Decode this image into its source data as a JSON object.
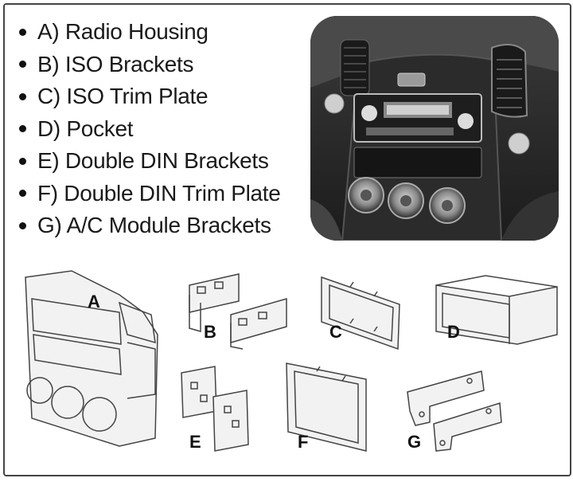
{
  "list": {
    "items": [
      "A) Radio Housing",
      "B) ISO Brackets",
      "C) ISO Trim Plate",
      "D) Pocket",
      "E) Double DIN Brackets",
      "F) Double DIN Trim Plate",
      "G) A/C Module Brackets"
    ]
  },
  "diagram_labels": {
    "a": "A",
    "b": "B",
    "c": "C",
    "d": "D",
    "e": "E",
    "f": "F",
    "g": "G"
  }
}
